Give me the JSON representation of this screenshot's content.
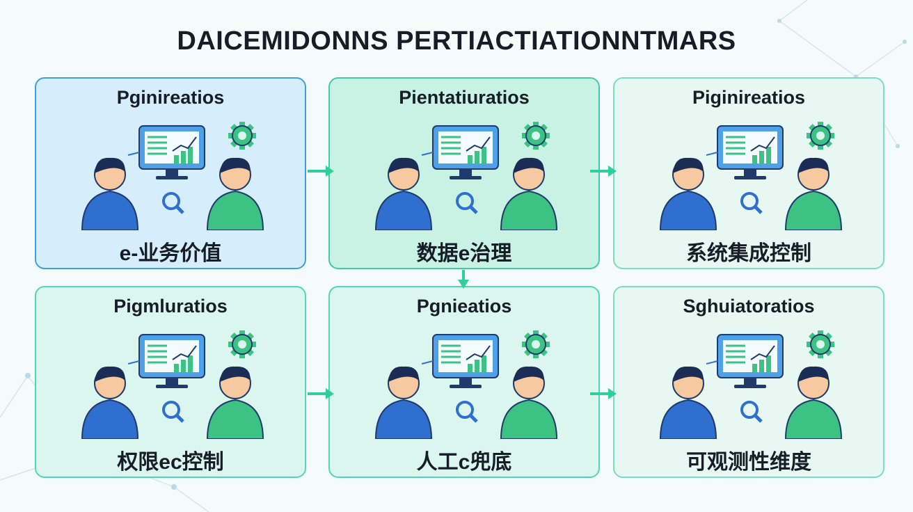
{
  "title": "DAICEMIDONNS PERTIACTIATIONNTMARS",
  "panels": [
    {
      "title": "Pginireatios",
      "caption": "e-业务价值"
    },
    {
      "title": "Pientatiuratios",
      "caption": "数据e治理"
    },
    {
      "title": "Piginireatios",
      "caption": "系统集成控制"
    },
    {
      "title": "Pigmluratios",
      "caption": "权限ec控制"
    },
    {
      "title": "Pgnieatios",
      "caption": "人工c兜底"
    },
    {
      "title": "Sghuiatoratios",
      "caption": "可观测性维度"
    }
  ],
  "colors": {
    "accent": "#2fcf9d",
    "blue_figure": "#2f6fd0",
    "green_figure": "#3cc383",
    "dark_outline": "#1f3a6b"
  },
  "icons": [
    "monitor-chart-icon",
    "gear-icon",
    "search-icon",
    "house-icon",
    "document-icon",
    "tablet-icon",
    "checkmark-gear-icon"
  ]
}
